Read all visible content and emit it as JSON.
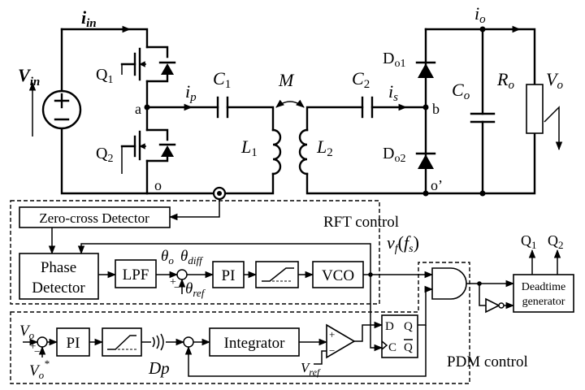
{
  "power": {
    "i_in": "i",
    "i_in_sub": "in",
    "v_in": "V",
    "v_in_sub": "in",
    "q1": "Q",
    "q1_sub": "1",
    "q2": "Q",
    "q2_sub": "2",
    "node_a": "a",
    "node_o": "o",
    "i_p": "i",
    "i_p_sub": "p",
    "c1": "C",
    "c1_sub": "1",
    "l1": "L",
    "l1_sub": "1",
    "m": "M",
    "l2": "L",
    "l2_sub": "2",
    "c2": "C",
    "c2_sub": "2",
    "i_s": "i",
    "i_s_sub": "s",
    "node_b": "b",
    "node_o2": "o’",
    "do1": "D",
    "do1_sub": "o1",
    "do2": "D",
    "do2_sub": "o2",
    "i_o": "i",
    "i_o_sub": "o",
    "co": "C",
    "co_sub": "o",
    "ro": "R",
    "ro_sub": "o",
    "vo": "V",
    "vo_sub": "o"
  },
  "rft": {
    "title": "RFT control",
    "zero_cross": "Zero-cross Detector",
    "phase_l1": "Phase",
    "phase_l2": "Detector",
    "lpf": "LPF",
    "theta_o": "θ",
    "theta_o_sub": "o",
    "theta_diff": "θ",
    "theta_diff_sub": "diff",
    "theta_ref": "θ",
    "theta_ref_sub": "ref",
    "pi": "PI",
    "vco": "VCO",
    "vf": "v",
    "vf_sub": "f",
    "vf_arg_pre": "(",
    "vf_arg": "f",
    "vf_arg_sub": "s",
    "vf_arg_post": ")"
  },
  "pdm": {
    "title": "PDM control",
    "vo": "V",
    "vo_sub": "o",
    "vo_star": "V",
    "vo_star_sub": "o",
    "vo_star_sup": "*",
    "pi": "PI",
    "dp": "Dp",
    "integrator": "Integrator",
    "vref": "V",
    "vref_sub": "ref",
    "ff_d": "D",
    "ff_q": "Q",
    "ff_c": "C",
    "ff_qbar": "Q",
    "q1_out": "Q",
    "q1_out_sub": "1",
    "q2_out": "Q",
    "q2_out_sub": "2",
    "deadtime_l1": "Deadtime",
    "deadtime_l2": "generator"
  }
}
